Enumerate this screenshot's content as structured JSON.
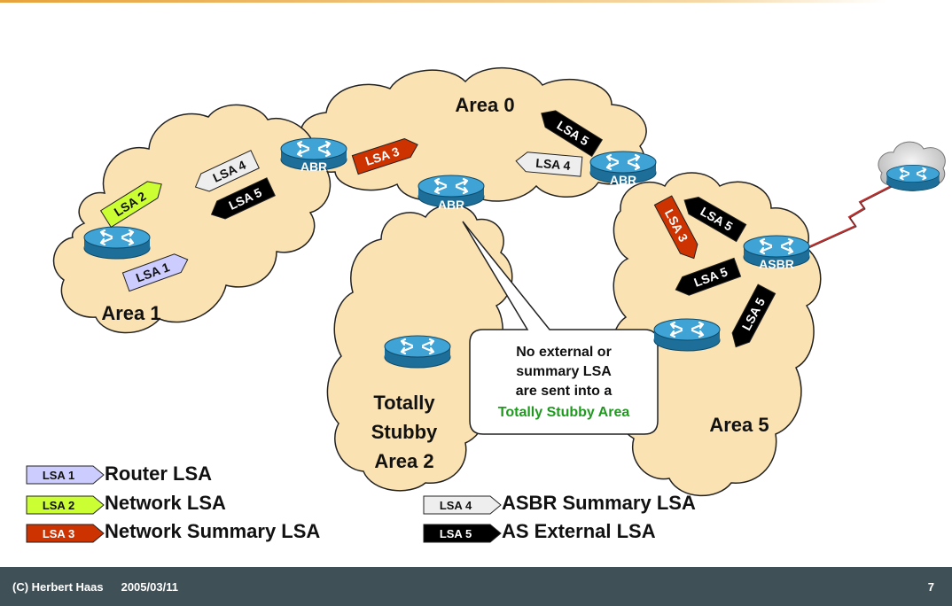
{
  "areas": {
    "area0": "Area 0",
    "area1": "Area 1",
    "area2": [
      "Totally",
      "Stubby",
      "Area 2"
    ],
    "area5": "Area 5"
  },
  "routers": {
    "abr_label": "ABR",
    "asbr_label": "ASBR"
  },
  "lsa_tags": {
    "lsa1": "LSA 1",
    "lsa2": "LSA 2",
    "lsa3": "LSA 3",
    "lsa4": "LSA 4",
    "lsa5": "LSA 5"
  },
  "callout": {
    "lines": [
      "No external or",
      "summary LSA",
      "are sent into a"
    ],
    "highlight": "Totally Stubby Area"
  },
  "legend": [
    {
      "tag": "LSA 1",
      "label": "Router LSA",
      "color": "#ccccff"
    },
    {
      "tag": "LSA 2",
      "label": "Network LSA",
      "color": "#ccff33"
    },
    {
      "tag": "LSA 3",
      "label": "Network Summary LSA",
      "color": "#cc3300"
    },
    {
      "tag": "LSA 4",
      "label": "ASBR Summary LSA",
      "color": "#eeeeee"
    },
    {
      "tag": "LSA 5",
      "label": "AS External LSA",
      "color": "#000000"
    }
  ],
  "colors": {
    "cloud_fill": "#fbe2b2",
    "router": "#2e8fc0",
    "highlight": "#1f9a1f",
    "footer": "#3f5056"
  },
  "icons": {
    "router": "router-icon",
    "serial_link": "lightning-link-icon",
    "external_cloud": "cloud-icon"
  },
  "footer": {
    "author": "(C) Herbert Haas",
    "date": "2005/03/11",
    "page": "7"
  }
}
